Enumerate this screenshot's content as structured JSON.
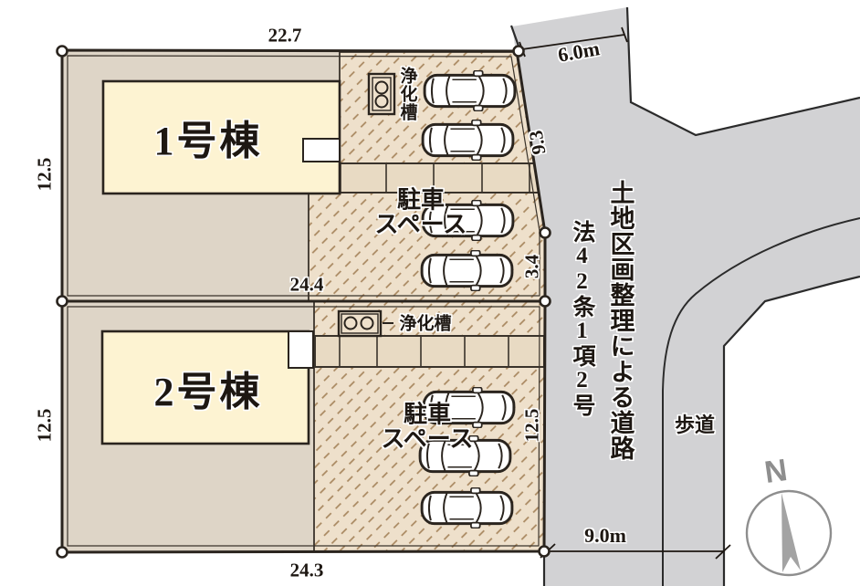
{
  "diagram_type": "real-estate-site-plan",
  "colors": {
    "ground": "#ded5c7",
    "apron_bg": "#eee0cb",
    "hatch_line": "#a8875f",
    "walkway": "#e8dac3",
    "building_fill": "#fdf3d2",
    "road_fill": "#d2d2d4",
    "outline": "#332c24",
    "compass_gray": "#9a9a9a"
  },
  "buildings": [
    {
      "label": "1号棟"
    },
    {
      "label": "2号棟"
    }
  ],
  "dimensions": {
    "lot1_top": "22.7",
    "lot1_left": "12.5",
    "lot1_bottom": "24.4",
    "lot1_right_upper": "9.3",
    "lot1_right_lower": "3.4",
    "lot2_left": "12.5",
    "lot2_bottom": "24.3",
    "lot2_right": "12.5",
    "road_top_width": "6.0m",
    "road_bottom_width": "9.0m"
  },
  "labels": {
    "parking_line1": "駐車",
    "parking_line2": "スペース",
    "septic_tank": "浄化槽",
    "sidewalk": "歩道",
    "road_description": "土地区画整理による道路",
    "road_law": "法42条1項2号",
    "compass_north": "N"
  }
}
